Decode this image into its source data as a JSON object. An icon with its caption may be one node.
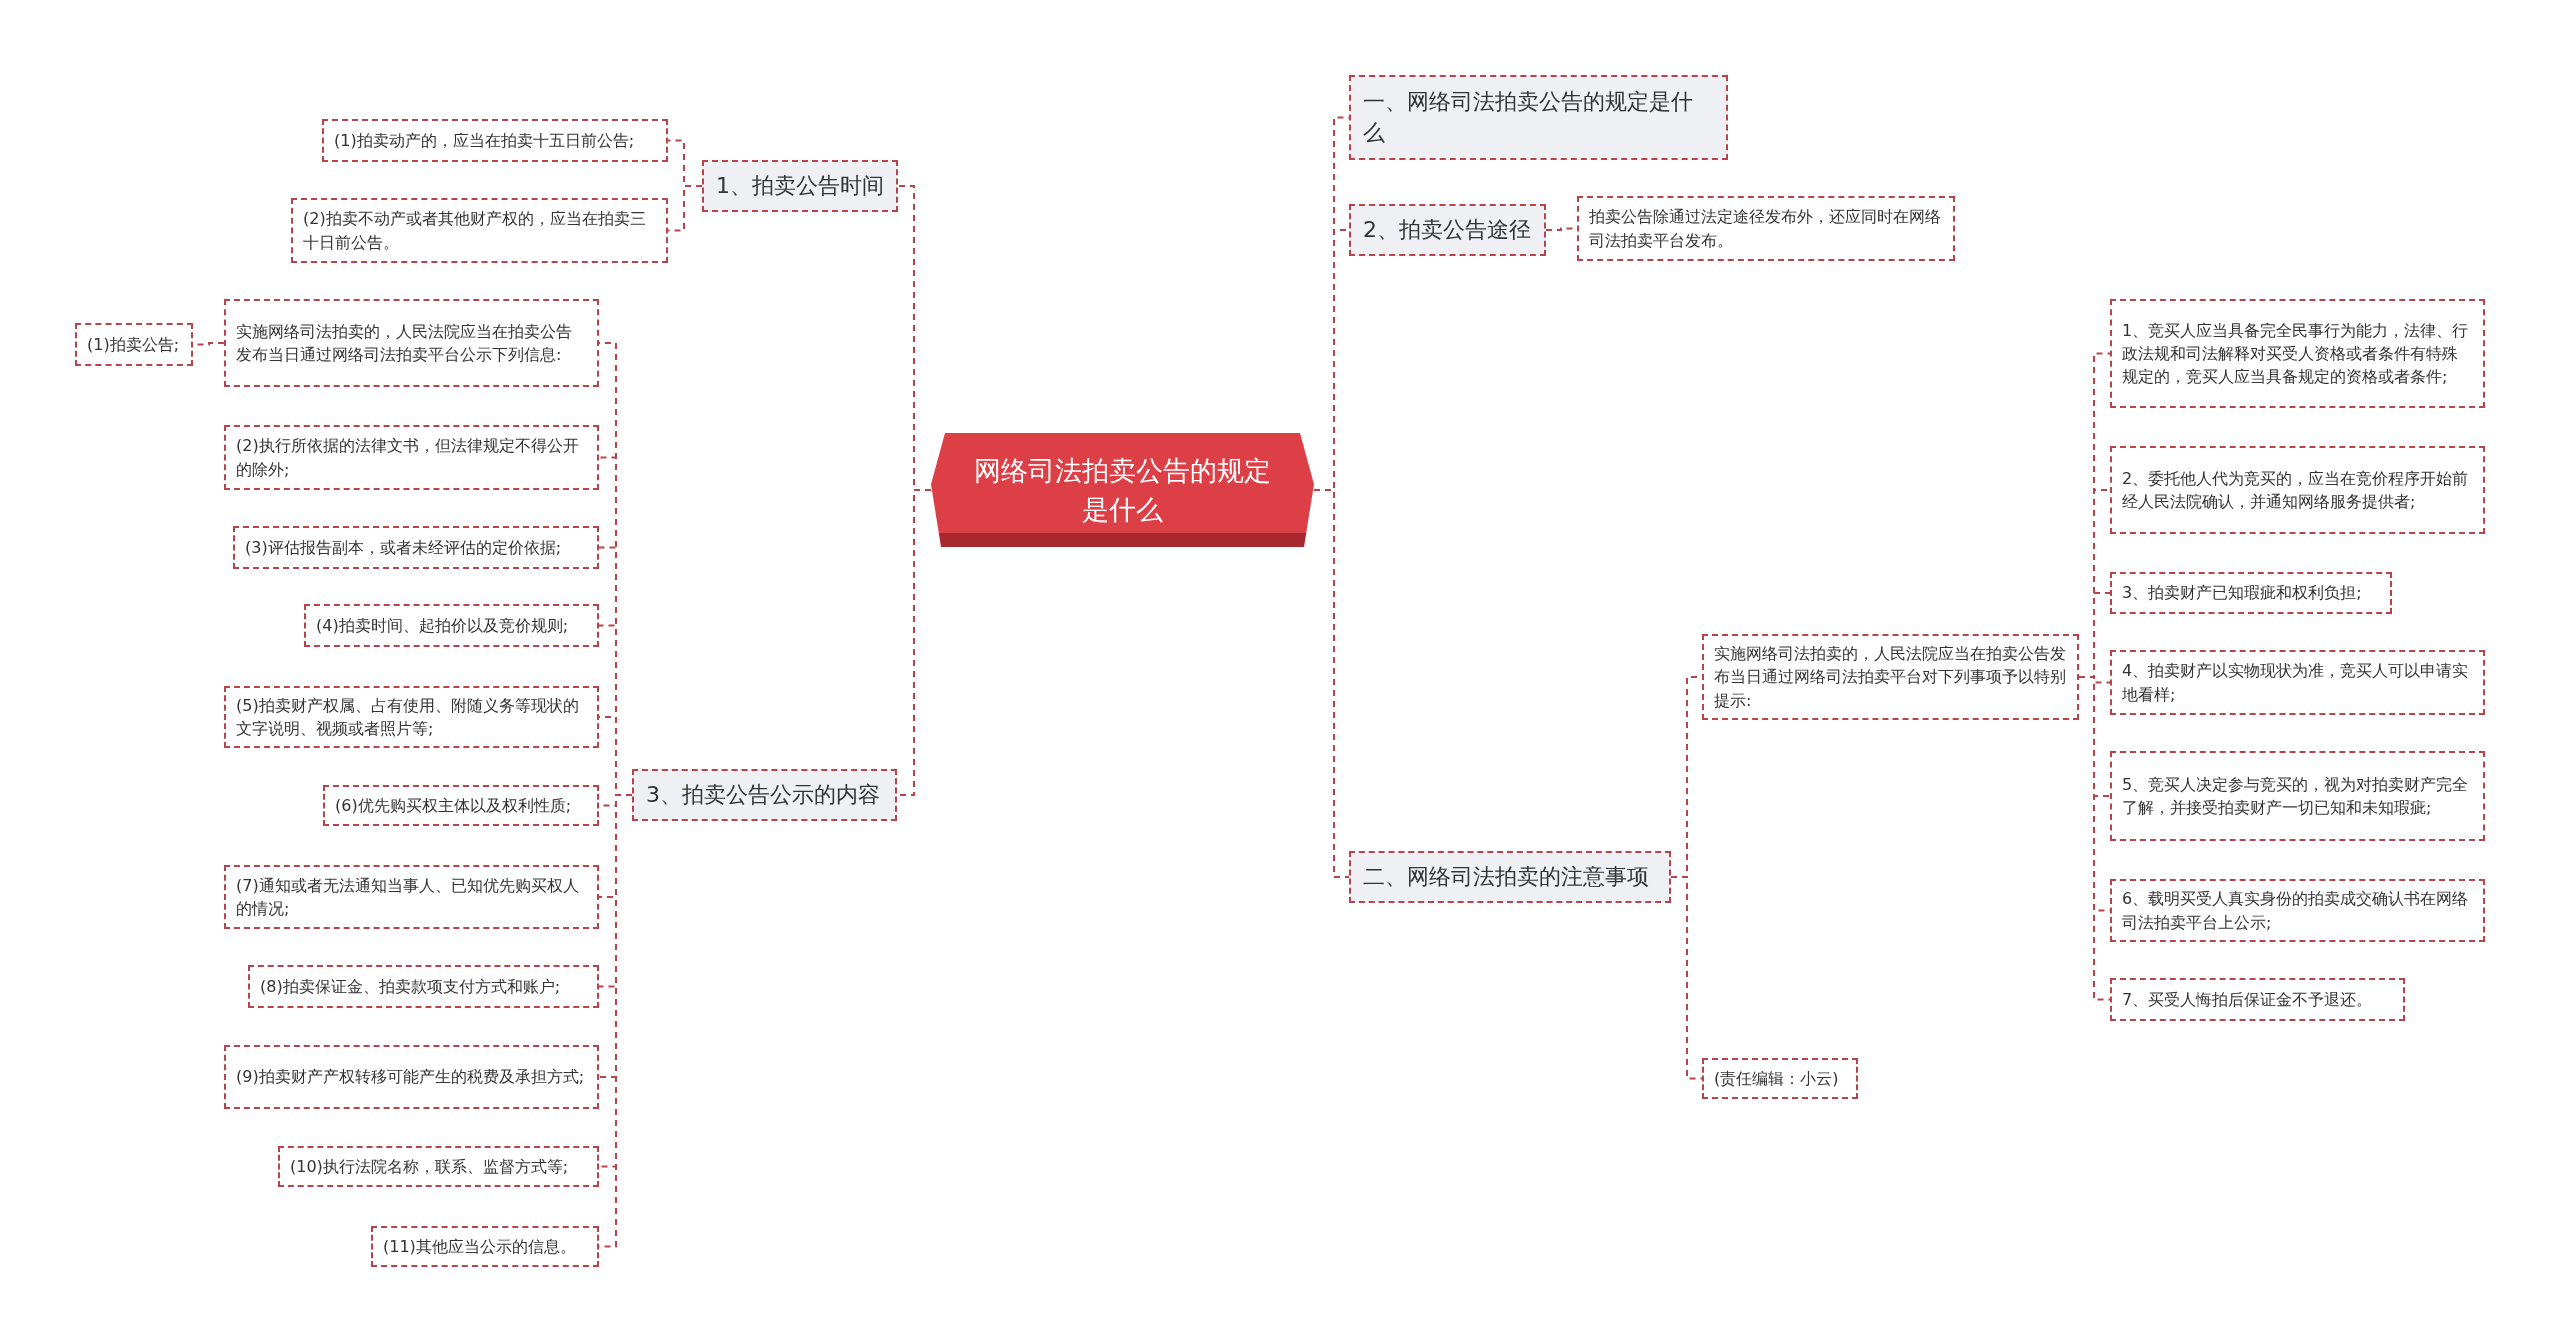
{
  "diagram": {
    "nodes": [
      {
        "text": [
          "网络司法拍卖公告的规定是什么"
        ]
      },
      {
        "text": [
          "1、拍卖公告时间"
        ]
      },
      {
        "text": [
          "(1)拍卖动产的，应当在拍卖十五日前公告;"
        ]
      },
      {
        "text": [
          "(2)拍卖不动产或者其他财产权的，应当在拍卖三十日前公告。"
        ]
      },
      {
        "text": [
          "3、拍卖公告公示的内容"
        ]
      },
      {
        "text": [
          "实施网络司法拍卖的，人民法院应当在拍卖公告发布当日通过网络司法拍卖平台公示下列信息:"
        ]
      },
      {
        "text": [
          "(1)拍卖公告;"
        ]
      },
      {
        "text": [
          "(2)执行所依据的法律文书，但法律规定不得公开的除外;"
        ]
      },
      {
        "text": [
          "(3)评估报告副本，或者未经评估的定价依据;"
        ]
      },
      {
        "text": [
          "(4)拍卖时间、起拍价以及竞价规则;"
        ]
      },
      {
        "text": [
          "(5)拍卖财产权属、占有使用、附随义务等现状的文字说明、视频或者照片等;"
        ]
      },
      {
        "text": [
          "(6)优先购买权主体以及权利性质;"
        ]
      },
      {
        "text": [
          "(7)通知或者无法通知当事人、已知优先购买权人的情况;"
        ]
      },
      {
        "text": [
          "(8)拍卖保证金、拍卖款项支付方式和账户;"
        ]
      },
      {
        "text": [
          "(9)拍卖财产产权转移可能产生的税费及承担方式;"
        ]
      },
      {
        "text": [
          "(10)执行法院名称，联系、监督方式等;"
        ]
      },
      {
        "text": [
          "(11)其他应当公示的信息。"
        ]
      },
      {
        "text": [
          "一、网络司法拍卖公告的规定是什么"
        ]
      },
      {
        "text": [
          "2、拍卖公告途径"
        ]
      },
      {
        "text": [
          "拍卖公告除通过法定途径发布外，还应同时在网络司法拍卖平台发布。"
        ]
      },
      {
        "text": [
          "二、网络司法拍卖的注意事项"
        ]
      },
      {
        "text": [
          "实施网络司法拍卖的，人民法院应当在拍卖公告发布当日通过网络司法拍卖平台对下列事项予以特别提示:"
        ]
      },
      {
        "text": [
          "1、竞买人应当具备完全民事行为能力，法律、行政法规和司法解释对买受人资格或者条件有特殊规定的，竞买人应当具备规定的资格或者条件;"
        ]
      },
      {
        "text": [
          "2、委托他人代为竞买的，应当在竞价程序开始前经人民法院确认，并通知网络服务提供者;"
        ]
      },
      {
        "text": [
          "3、拍卖财产已知瑕疵和权利负担;"
        ]
      },
      {
        "text": [
          "4、拍卖财产以实物现状为准，竞买人可以申请实地看样;"
        ]
      },
      {
        "text": [
          "5、竞买人决定参与竞买的，视为对拍卖财产完全了解，并接受拍卖财产一切已知和未知瑕疵;"
        ]
      },
      {
        "text": [
          "6、载明买受人真实身份的拍卖成交确认书在网络司法拍卖平台上公示;"
        ]
      },
      {
        "text": [
          "7、买受人悔拍后保证金不予退还。"
        ]
      },
      {
        "text": [
          "(责任编辑：小云)"
        ]
      }
    ],
    "edges": [
      {
        "from": 0,
        "to": 1,
        "arrow": "none"
      },
      {
        "from": 0,
        "to": 4,
        "arrow": "none"
      },
      {
        "from": 1,
        "to": 2,
        "arrow": "none"
      },
      {
        "from": 1,
        "to": 3,
        "arrow": "none"
      },
      {
        "from": 4,
        "to": 5,
        "arrow": "none"
      },
      {
        "from": 5,
        "to": 6,
        "arrow": "none"
      },
      {
        "from": 4,
        "to": 7,
        "arrow": "none"
      },
      {
        "from": 4,
        "to": 8,
        "arrow": "none"
      },
      {
        "from": 4,
        "to": 9,
        "arrow": "none"
      },
      {
        "from": 4,
        "to": 10,
        "arrow": "none"
      },
      {
        "from": 4,
        "to": 11,
        "arrow": "none"
      },
      {
        "from": 4,
        "to": 12,
        "arrow": "none"
      },
      {
        "from": 4,
        "to": 13,
        "arrow": "none"
      },
      {
        "from": 4,
        "to": 14,
        "arrow": "none"
      },
      {
        "from": 4,
        "to": 15,
        "arrow": "none"
      },
      {
        "from": 4,
        "to": 16,
        "arrow": "none"
      },
      {
        "from": 0,
        "to": 17,
        "arrow": "none"
      },
      {
        "from": 0,
        "to": 18,
        "arrow": "none"
      },
      {
        "from": 18,
        "to": 19,
        "arrow": "none"
      },
      {
        "from": 0,
        "to": 20,
        "arrow": "none"
      },
      {
        "from": 20,
        "to": 21,
        "arrow": "none"
      },
      {
        "from": 21,
        "to": 22,
        "arrow": "none"
      },
      {
        "from": 21,
        "to": 23,
        "arrow": "none"
      },
      {
        "from": 21,
        "to": 24,
        "arrow": "none"
      },
      {
        "from": 21,
        "to": 25,
        "arrow": "none"
      },
      {
        "from": 21,
        "to": 26,
        "arrow": "none"
      },
      {
        "from": 21,
        "to": 27,
        "arrow": "none"
      },
      {
        "from": 21,
        "to": 28,
        "arrow": "none"
      },
      {
        "from": 20,
        "to": 29,
        "arrow": "none"
      }
    ]
  }
}
